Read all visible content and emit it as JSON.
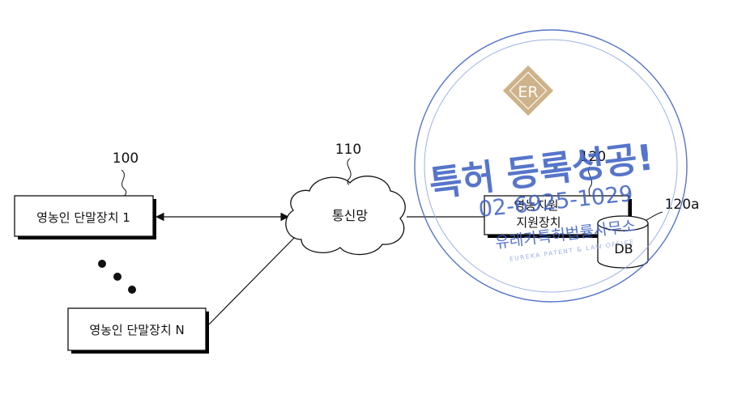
{
  "diagram": {
    "terminal_1": {
      "ref": "100",
      "label": "영농인 단말장치 1"
    },
    "terminal_n": {
      "label": "영농인 단말장치 N"
    },
    "network": {
      "ref": "110",
      "label": "통신망"
    },
    "server": {
      "ref": "120",
      "label_line1": "영농지원",
      "label_line2": "지원장치"
    },
    "database": {
      "ref": "120a",
      "label": "DB"
    }
  },
  "watermark": {
    "logo_letters": "ER",
    "headline": "특허 등록성공!",
    "phone": "02-6925-1029",
    "firm_name": "유레카특허법률사무소",
    "firm_name_en": "EUREKA PATENT & LAW OFFICE"
  },
  "colors": {
    "line": "#111111",
    "stamp_blue": "#3f62c4",
    "stamp_blue_light": "#8fa6e0",
    "logo_gold": "#c8a97a"
  }
}
